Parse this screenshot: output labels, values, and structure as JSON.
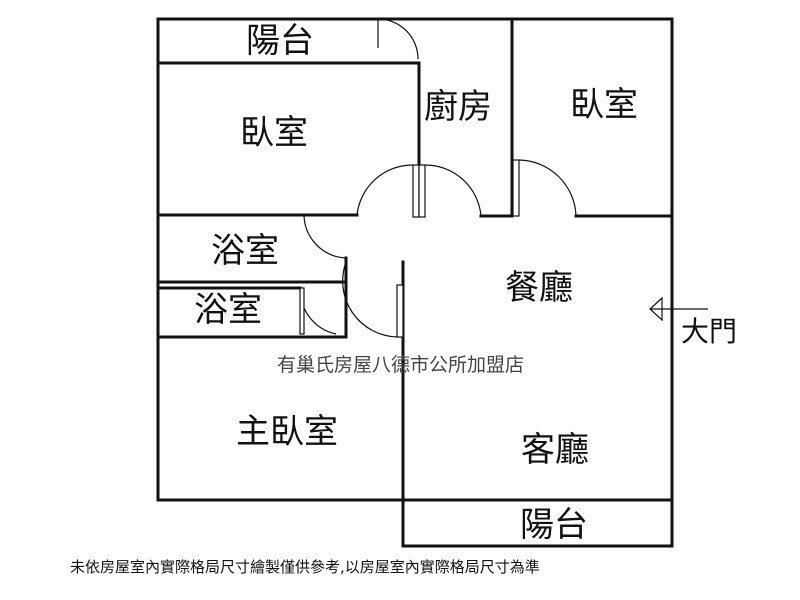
{
  "rooms": {
    "balcony_top": "陽台",
    "bedroom_left": "臥室",
    "kitchen": "廚房",
    "bedroom_right": "臥室",
    "bathroom_1": "浴室",
    "bathroom_2": "浴室",
    "dining": "餐廳",
    "master_bedroom": "主臥室",
    "living": "客廳",
    "balcony_bottom": "陽台"
  },
  "entrance": {
    "label": "大門",
    "icon": "arrow-left-icon"
  },
  "watermark": "有巢氏房屋八德市公所加盟店",
  "footer_note": "未依房屋室內實際格局尺寸繪製僅供參考,以房屋室內實際格局尺寸為準"
}
